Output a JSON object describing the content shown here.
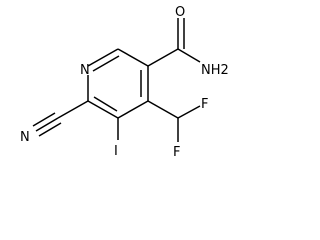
{
  "molecule": {
    "atoms": {
      "ring_nitrogen": "N",
      "amide_oxygen": "O",
      "amide_nh2": "NH2",
      "nitrile_nitrogen": "N",
      "iodine": "I",
      "fluorine_top": "F",
      "fluorine_bottom": "F"
    }
  }
}
